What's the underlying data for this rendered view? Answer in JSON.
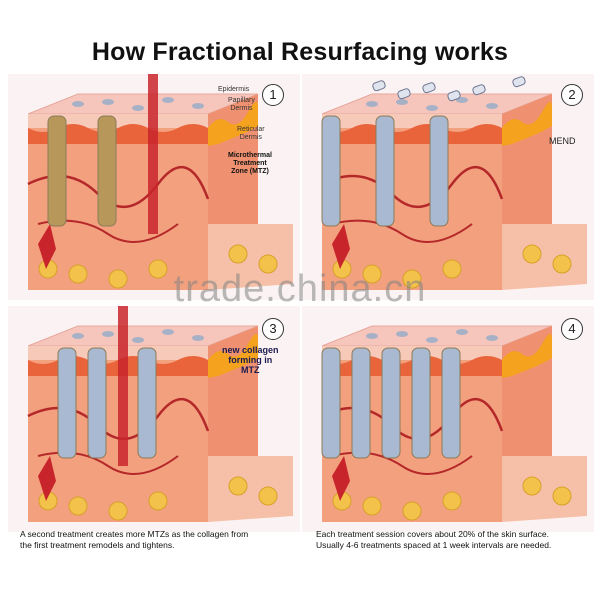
{
  "title": "How Fractional Resurfacing works",
  "panels": [
    {
      "number": "1",
      "labels": {
        "epidermis": "Epidermis",
        "papillary": "Papillary\nDermis",
        "reticular": "Reticular\nDermis",
        "mtz": "Microthermal\nTreatment\nZone (MTZ)"
      }
    },
    {
      "number": "2",
      "labels": {
        "mend": "MEND"
      }
    },
    {
      "number": "3",
      "labels": {
        "collagen": "new collagen\nforming in\nMTZ"
      }
    },
    {
      "number": "4",
      "labels": {}
    }
  ],
  "captions": {
    "left": "A second treatment creates more MTZs as the collagen from\nthe first treatment remodels and tightens.",
    "right": "Each treatment session covers about 20% of the skin surface.\nUsually 4-6 treatments spaced at 1 week intervals are needed."
  },
  "watermark": "trade.china.cn",
  "colors": {
    "skin": "#f3a07e",
    "epidermis_top": "#f6c6bc",
    "fat": "#f3c24a",
    "red_layer": "#e9643a",
    "vessel": "#b5282a",
    "mtz_fill": "#a9b9d2",
    "beam": "#c8242b"
  }
}
